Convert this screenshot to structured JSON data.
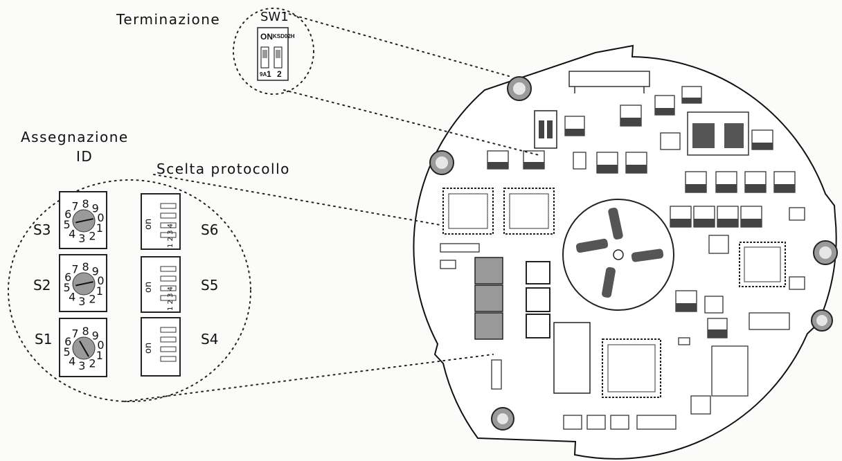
{
  "labels": {
    "termination": "Terminazione",
    "sw1": "SW1",
    "id_assign_line1": "Assegnazione",
    "id_assign_line2": "ID",
    "protocol": "Scelta protocollo"
  },
  "dip_sw1": {
    "on": "ON",
    "model": "KSD02H",
    "code": "9A",
    "pos1": "1",
    "pos2": "2"
  },
  "rotary_switches": [
    {
      "name": "S3",
      "digits": [
        "7",
        "8",
        "9",
        "0",
        "1",
        "2",
        "3",
        "4",
        "5",
        "6"
      ],
      "pointer_digit": 0
    },
    {
      "name": "S2",
      "digits": [
        "7",
        "8",
        "9",
        "0",
        "1",
        "2",
        "3",
        "4",
        "5",
        "6"
      ],
      "pointer_digit": 0
    },
    {
      "name": "S1",
      "digits": [
        "7",
        "8",
        "9",
        "0",
        "1",
        "2",
        "3",
        "4",
        "5",
        "6"
      ],
      "pointer_digit": 2
    }
  ],
  "protocol_switches": [
    {
      "name": "S6",
      "on": "on",
      "nums": [
        "1",
        "2",
        "3",
        "4"
      ]
    },
    {
      "name": "S5",
      "on": "on",
      "nums": [
        "1",
        "2",
        "3",
        "4"
      ]
    },
    {
      "name": "S4",
      "on": "on",
      "nums": []
    }
  ],
  "colors": {
    "ink": "#111111",
    "board": "#ffffff",
    "component": "#555555",
    "background": "#fbfbfa"
  }
}
